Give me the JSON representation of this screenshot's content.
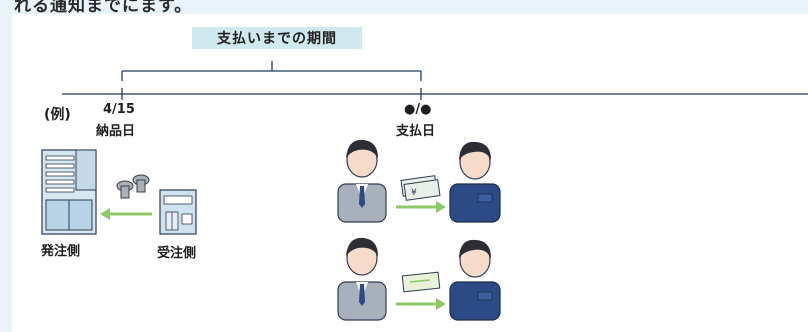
{
  "header_text": "れる通知までにます。",
  "period_label": "支払いまでの期間",
  "example_label": "(例)",
  "delivery": {
    "date": "4/15",
    "label": "納品日"
  },
  "payment": {
    "date": "●/●",
    "label": "支払日"
  },
  "orderer_label": "発注側",
  "contractor_label": "受注側",
  "colors": {
    "arrow": "#8cc866",
    "suit": "#a8b0bc",
    "worker": "#2c4a86",
    "bracket": "#1f3b66"
  }
}
